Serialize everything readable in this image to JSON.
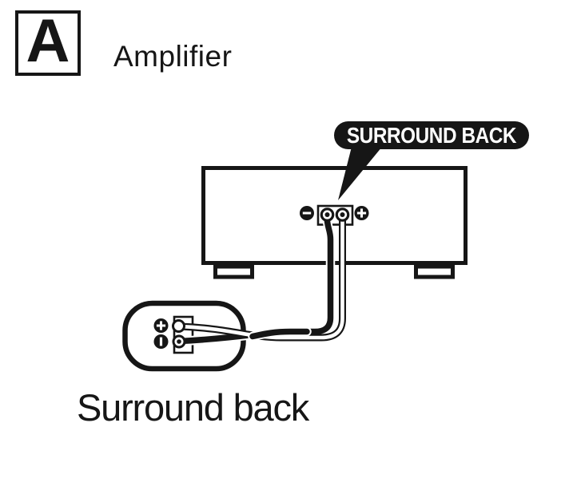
{
  "header": {
    "badge_letter": "A",
    "title": "Amplifier"
  },
  "diagram": {
    "callout": {
      "label": "SURROUND BACK"
    },
    "amplifier": {
      "terminals": {
        "negative_symbol": "−",
        "positive_symbol": "+"
      }
    },
    "speaker": {
      "label": "Surround back",
      "terminals": {
        "positive_symbol": "+",
        "negative_symbol": "−"
      }
    },
    "wires": [
      {
        "name": "negative-wire",
        "color": "black"
      },
      {
        "name": "positive-wire",
        "color": "white"
      }
    ]
  },
  "colors": {
    "ink": "#161616",
    "background": "#ffffff",
    "callout_bg": "#161616",
    "callout_text": "#ffffff"
  }
}
